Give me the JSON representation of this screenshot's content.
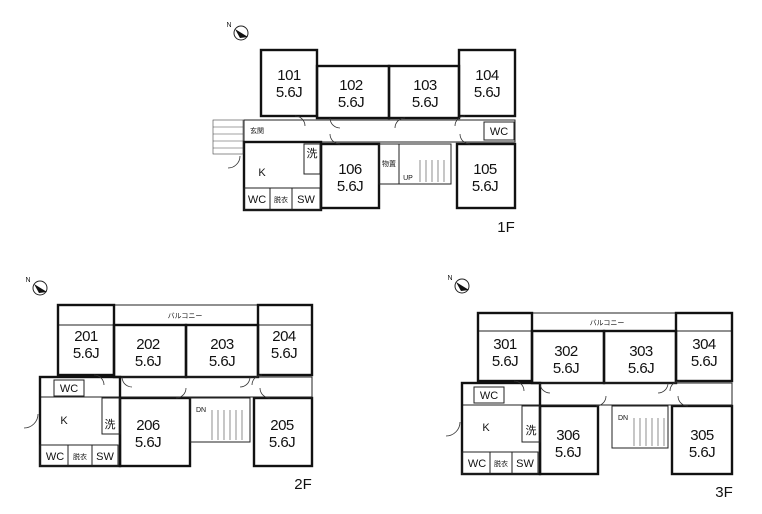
{
  "floors": {
    "f1": {
      "label": "1F",
      "rooms": [
        {
          "no": "101",
          "size": "5.6J"
        },
        {
          "no": "102",
          "size": "5.6J"
        },
        {
          "no": "103",
          "size": "5.6J"
        },
        {
          "no": "104",
          "size": "5.6J"
        },
        {
          "no": "105",
          "size": "5.6J"
        },
        {
          "no": "106",
          "size": "5.6J"
        }
      ],
      "entrance": "玄関",
      "storage": "物置",
      "wc_left": "WC",
      "wc_right": "WC",
      "kitchen": "K",
      "washer": "洗",
      "dressing": "脱衣",
      "shower": "SW",
      "up": "UP"
    },
    "f2": {
      "label": "2F",
      "balcony": "バルコニー",
      "rooms": [
        {
          "no": "201",
          "size": "5.6J"
        },
        {
          "no": "202",
          "size": "5.6J"
        },
        {
          "no": "203",
          "size": "5.6J"
        },
        {
          "no": "204",
          "size": "5.6J"
        },
        {
          "no": "205",
          "size": "5.6J"
        },
        {
          "no": "206",
          "size": "5.6J"
        }
      ],
      "wc_top": "WC",
      "wc_bottom": "WC",
      "kitchen": "K",
      "washer": "洗",
      "dressing": "脱衣",
      "shower": "SW",
      "down": "DN"
    },
    "f3": {
      "label": "3F",
      "balcony": "バルコニー",
      "rooms": [
        {
          "no": "301",
          "size": "5.6J"
        },
        {
          "no": "302",
          "size": "5.6J"
        },
        {
          "no": "303",
          "size": "5.6J"
        },
        {
          "no": "304",
          "size": "5.6J"
        },
        {
          "no": "305",
          "size": "5.6J"
        },
        {
          "no": "306",
          "size": "5.6J"
        }
      ],
      "wc_top": "WC",
      "wc_bottom": "WC",
      "kitchen": "K",
      "washer": "洗",
      "dressing": "脱衣",
      "shower": "SW",
      "down": "DN"
    }
  },
  "compass": {
    "north": "N"
  }
}
